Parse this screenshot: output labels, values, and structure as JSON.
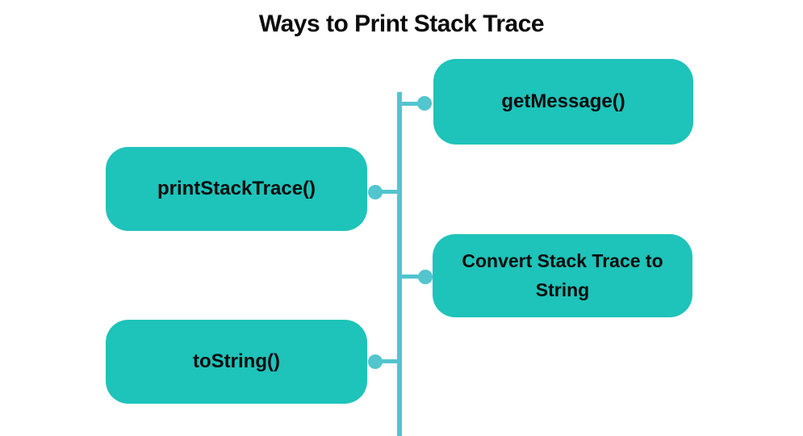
{
  "title": "Ways to Print Stack Trace",
  "colors": {
    "page_bg": "#ffffff",
    "box_fill": "#1ec3ba",
    "connector": "#52c5ce",
    "text_color": "#0c0c0c"
  },
  "nodes": {
    "get_message": {
      "label": "getMessage()"
    },
    "print_stack_trace": {
      "label": "printStackTrace()"
    },
    "convert": {
      "label": "Convert Stack Trace to String"
    },
    "to_string": {
      "label": "toString()"
    }
  }
}
